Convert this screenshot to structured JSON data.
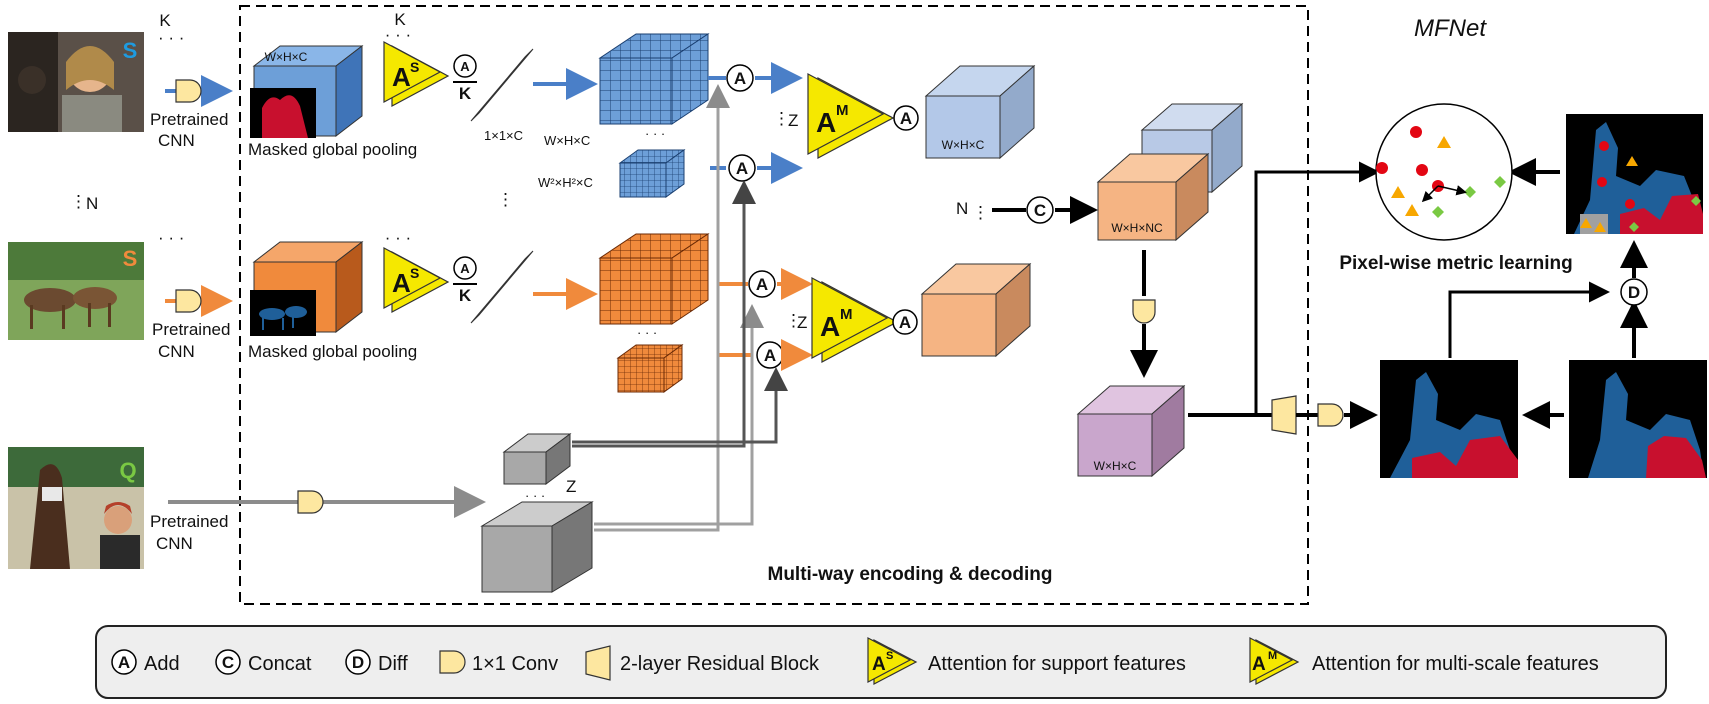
{
  "title": "MFNet",
  "inputs": {
    "support_label": "S",
    "query_label": "Q",
    "k_label": "K",
    "n_label": "N",
    "cnn_label_1": "Pretrained",
    "cnn_label_2": "CNN"
  },
  "encoding": {
    "masked_pooling": "Masked global pooling",
    "feat_size": "W×H×C",
    "vec_size": "1×1×C",
    "multi_feat_size": "W×H×C",
    "multi_feat_size_sq": "W²×H²×C",
    "k_divisor": "K",
    "z_label": "Z",
    "n_concat_label": "N",
    "concat_size": "W×H×NC",
    "decoder_size": "W×H×C",
    "section_title": "Multi-way encoding & decoding",
    "as_super": "S",
    "am_super": "M",
    "a_letter": "A",
    "c_letter": "C",
    "d_letter": "D"
  },
  "metric": {
    "label": "Pixel-wise metric learning"
  },
  "legend": [
    {
      "symbol": "A",
      "label": "Add"
    },
    {
      "symbol": "C",
      "label": "Concat"
    },
    {
      "symbol": "D",
      "label": "Diff"
    },
    {
      "symbol": "conv",
      "label": "1×1 Conv"
    },
    {
      "symbol": "res",
      "label": "2-layer Residual Block"
    },
    {
      "symbol": "AS",
      "label": "Attention for support features"
    },
    {
      "symbol": "AM",
      "label": "Attention for multi-scale features"
    }
  ],
  "colors": {
    "blue": "#6d9fd8",
    "orange": "#f08a3c",
    "gray": "#a0a0a0",
    "purple": "#c8a0c8",
    "yellow": "#f5e800",
    "conv_fill": "#fde7a0",
    "mask_blue": "#1f5f99",
    "mask_red": "#c8102e"
  }
}
